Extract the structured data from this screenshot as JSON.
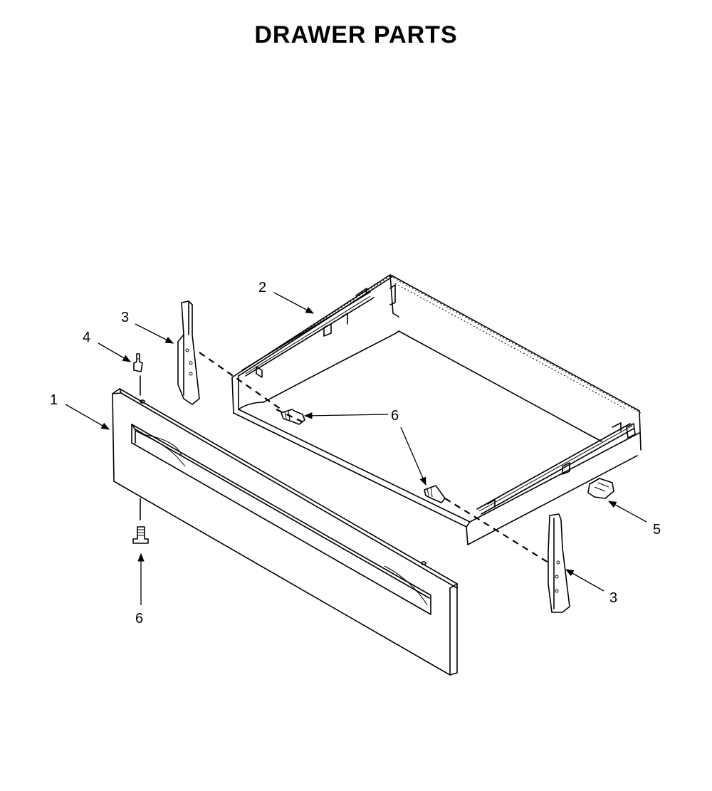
{
  "title": "DRAWER PARTS",
  "callouts": {
    "c1": "1",
    "c2": "2",
    "c3a": "3",
    "c3b": "3",
    "c4": "4",
    "c5": "5",
    "c6a": "6",
    "c6b": "6",
    "c6c": "6"
  }
}
